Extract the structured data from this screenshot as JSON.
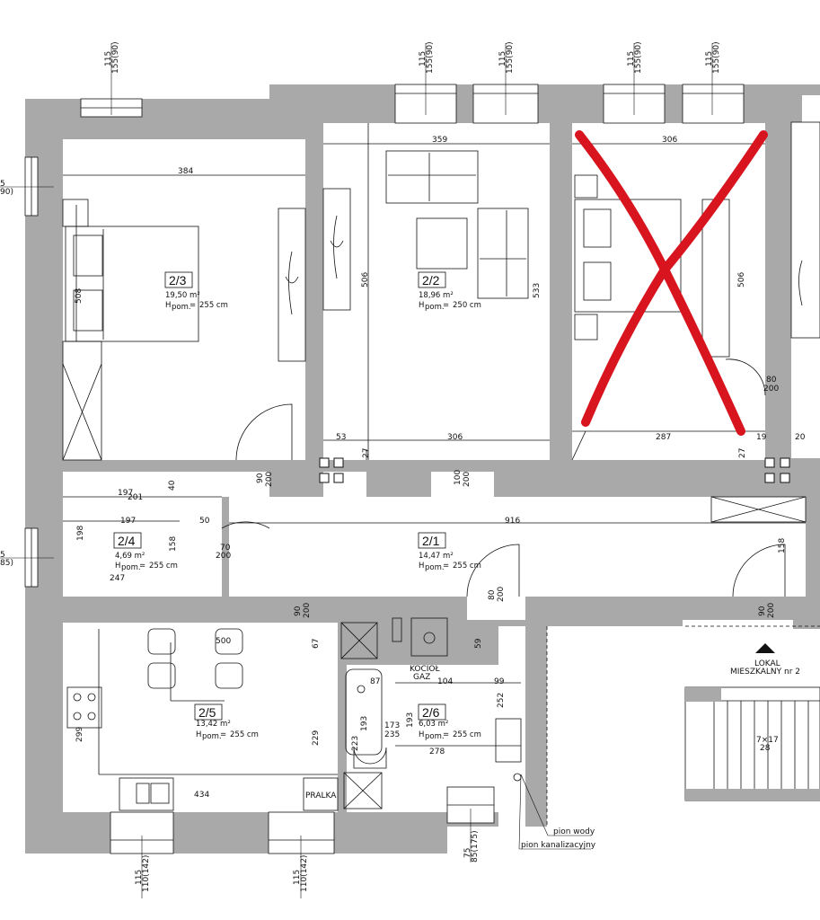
{
  "rooms": [
    {
      "id": "2/3",
      "area": "19,50 m²",
      "height": "255 cm"
    },
    {
      "id": "2/2",
      "area": "18,96 m²",
      "height": "250 cm"
    },
    {
      "id": "2/4",
      "area": "4,69 m²",
      "height": "255 cm"
    },
    {
      "id": "2/1",
      "area": "14,47 m²",
      "height": "255 cm"
    },
    {
      "id": "2/5",
      "area": "13,42 m²",
      "height": "255 cm"
    },
    {
      "id": "2/6",
      "area": "6,03 m²",
      "height": "255 cm"
    }
  ],
  "height_prefix": "H",
  "height_sub": "pom.",
  "dimensions": {
    "r23_width": "384",
    "r23_depth": "508",
    "r22_width": "359",
    "r22_depth_left": "506",
    "r22_depth_right": "533",
    "r22_bottom_left": "53",
    "r22_bottom": "306",
    "r22_door_27": "27",
    "r3_width_top": "306",
    "r3_depth": "506",
    "r3_bottom": "287",
    "r3_19": "19",
    "r3_27": "27",
    "r3_20": "20",
    "r3_door": "80",
    "r3_door_h": "200",
    "r24_197": "197",
    "r24_201": "201",
    "r24_40": "40",
    "r24_197b": "197",
    "r24_198": "198",
    "r24_158": "158",
    "r24_247": "247",
    "r24_50": "50",
    "r24_door": "70",
    "r24_door_h": "200",
    "corridor_916": "916",
    "corridor_158": "158",
    "door_90": "90",
    "door_200": "200",
    "door_100": "100",
    "door_200b": "200",
    "r25_500": "500",
    "r25_67": "67",
    "r25_299": "299",
    "r25_229": "229",
    "r25_434": "434",
    "r26_87": "87",
    "r26_104": "104",
    "r26_99": "99",
    "r26_252": "252",
    "r26_59": "59",
    "r26_193a": "193",
    "r26_193b": "193",
    "r26_223": "223",
    "r26_173": "173",
    "r26_235": "235",
    "r26_278": "278",
    "door_80": "80",
    "door_200c": "200",
    "door_90b": "90",
    "door_200d": "200",
    "door_90c": "90",
    "door_200e": "200",
    "stairs": "7×17",
    "stairs_28": "28",
    "win_top_a": "115",
    "win_top_b": "155(90)",
    "win_left_a": "5",
    "win_left_b": "90)",
    "win_left2_a": "5",
    "win_left2_b": "85)",
    "win_bottom_a": "115",
    "win_bottom_b": "110(142)",
    "win_bath_a": "75",
    "win_bath_b": "85(175)"
  },
  "labels": {
    "kociol": "KOCIOŁ",
    "gaz": "GAZ",
    "pralka": "PRALKA",
    "lokal_1": "LOKAL",
    "lokal_2": "MIESZKALNY nr 2",
    "pion_wody": "pion wody",
    "pion_kan": "pion kanalizacyjny"
  },
  "colors": {
    "wall": "#a9a9a9",
    "line": "#111111",
    "cross": "#d8141e"
  }
}
